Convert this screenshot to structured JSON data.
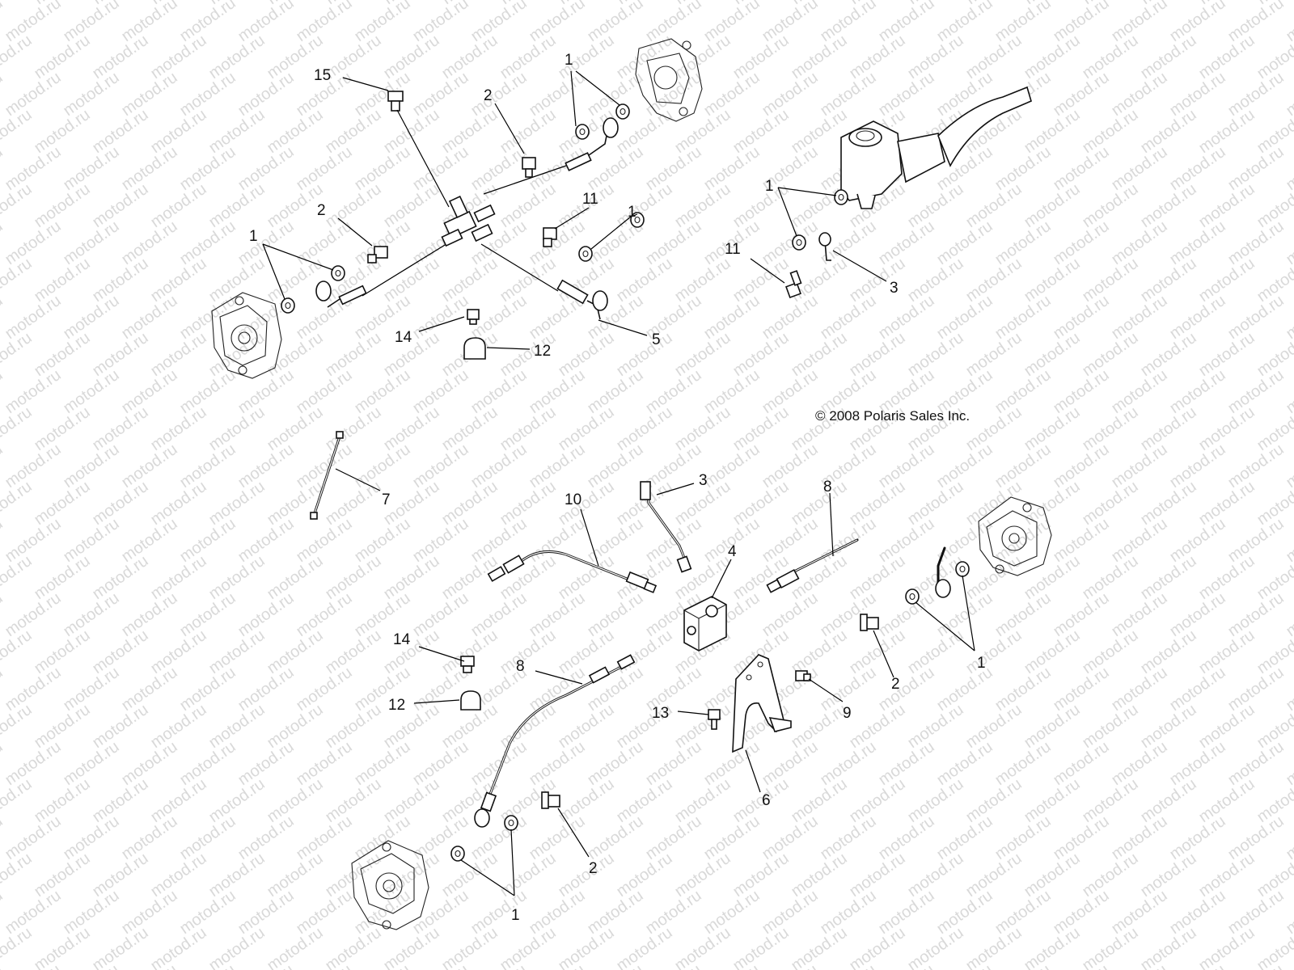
{
  "watermark": {
    "text": "motod.ru",
    "color": "#d9d9d9"
  },
  "copyright": "© 2008 Polaris Sales Inc.",
  "callouts": [
    {
      "id": "c1a",
      "label": "15"
    },
    {
      "id": "c1b",
      "label": "2"
    },
    {
      "id": "c1c",
      "label": "1"
    },
    {
      "id": "c1d",
      "label": "11"
    },
    {
      "id": "c1e",
      "label": "1"
    },
    {
      "id": "c1f",
      "label": "2"
    },
    {
      "id": "c1g",
      "label": "1"
    },
    {
      "id": "c1h",
      "label": "5"
    },
    {
      "id": "c1i",
      "label": "14"
    },
    {
      "id": "c1j",
      "label": "12"
    },
    {
      "id": "c1k",
      "label": "1"
    },
    {
      "id": "c1l",
      "label": "11"
    },
    {
      "id": "c1m",
      "label": "3"
    },
    {
      "id": "c2a",
      "label": "7"
    },
    {
      "id": "c2b",
      "label": "10"
    },
    {
      "id": "c2c",
      "label": "3"
    },
    {
      "id": "c2d",
      "label": "8"
    },
    {
      "id": "c2e",
      "label": "4"
    },
    {
      "id": "c2f",
      "label": "14"
    },
    {
      "id": "c2g",
      "label": "8"
    },
    {
      "id": "c2h",
      "label": "12"
    },
    {
      "id": "c2i",
      "label": "13"
    },
    {
      "id": "c2j",
      "label": "9"
    },
    {
      "id": "c2k",
      "label": "2"
    },
    {
      "id": "c2l",
      "label": "1"
    },
    {
      "id": "c2m",
      "label": "6"
    },
    {
      "id": "c2n",
      "label": "2"
    },
    {
      "id": "c2o",
      "label": "1"
    }
  ]
}
